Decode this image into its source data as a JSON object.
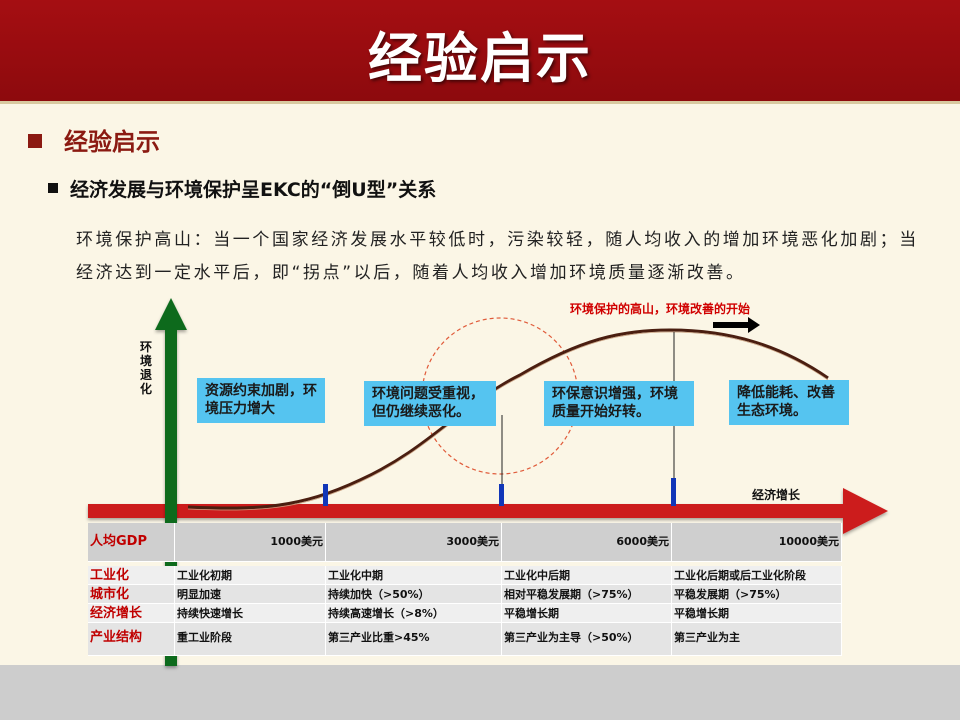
{
  "header": {
    "title": "经验启示"
  },
  "section": {
    "heading": "经验启示",
    "subheading": "经济发展与环境保护呈EKC的“倒U型”关系"
  },
  "description": "环境保护高山：当一个国家经济发展水平较低时，污染较轻，随人均收入的增加环境恶化加剧；当经济达到一定水平后，即“拐点”以后，随着人均收入增加环境质量逐渐改善。",
  "diagram": {
    "y_axis_label": "环境退化",
    "x_axis_label": "经济增长",
    "peak_label": "环境保护的高山，环境改善的开始",
    "stage_boxes": [
      "资源约束加剧，环境压力增大",
      "环境问题受重视，但仍继续恶化。",
      "环保意识增强，环境质量开始好转。",
      "降低能耗、改善生态环境。"
    ],
    "colors": {
      "header": "#a50e12",
      "y_arrow": "#0f6b1a",
      "x_arrow": "#cc1b1b",
      "box": "#55c4f0",
      "curve": "#4a1e10",
      "marker": "#1136b8"
    }
  },
  "table": {
    "gdp": {
      "label": "人均GDP",
      "values": [
        "1000美元",
        "3000美元",
        "6000美元",
        "10000美元"
      ]
    },
    "rows": [
      {
        "label": "工业化",
        "cells": [
          "工业化初期",
          "工业化中期",
          "工业化中后期",
          "工业化后期或后工业化阶段"
        ]
      },
      {
        "label": "城市化",
        "cells": [
          "明显加速",
          "持续加快（>50%）",
          "相对平稳发展期（>75%）",
          "平稳发展期（>75%）"
        ]
      },
      {
        "label": "经济增长",
        "cells": [
          "持续快速增长",
          "持续高速增长（>8%）",
          "平稳增长期",
          "平稳增长期"
        ]
      },
      {
        "label": "产业结构",
        "cells": [
          "重工业阶段",
          "第三产业比重>45%",
          "第三产业为主导（>50%）",
          "第三产业为主"
        ]
      }
    ]
  }
}
